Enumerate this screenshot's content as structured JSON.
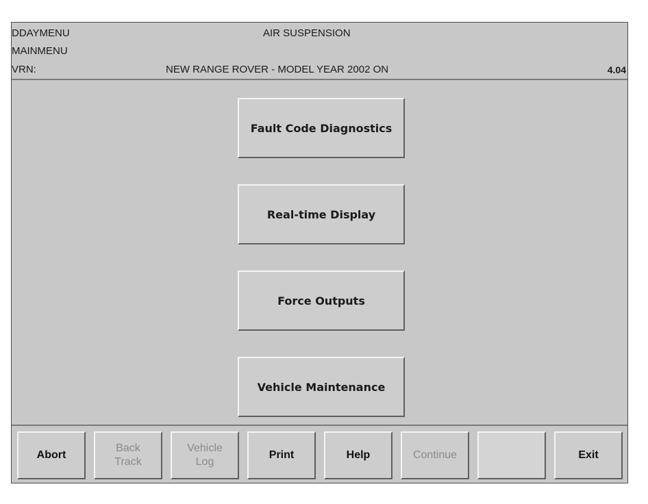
{
  "header": {
    "menu1": "DDAYMENU",
    "menu2": "MAINMENU",
    "vrn_label": "VRN:",
    "title": "AIR SUSPENSION",
    "model": "NEW RANGE ROVER - MODEL YEAR 2002 ON",
    "version": "4.04"
  },
  "menu": {
    "fault_code": "Fault Code Diagnostics",
    "realtime": "Real-time Display",
    "force_outputs": "Force Outputs",
    "vehicle_maintenance": "Vehicle Maintenance"
  },
  "toolbar": {
    "abort": "Abort",
    "back_track": "Back\nTrack",
    "vehicle_log": "Vehicle\nLog",
    "print": "Print",
    "help": "Help",
    "continue": "Continue",
    "blank": "",
    "exit": "Exit"
  },
  "colors": {
    "background": "#c8c8c8",
    "button_face": "#cdcdcd",
    "disabled_text": "#8a8a8a"
  }
}
